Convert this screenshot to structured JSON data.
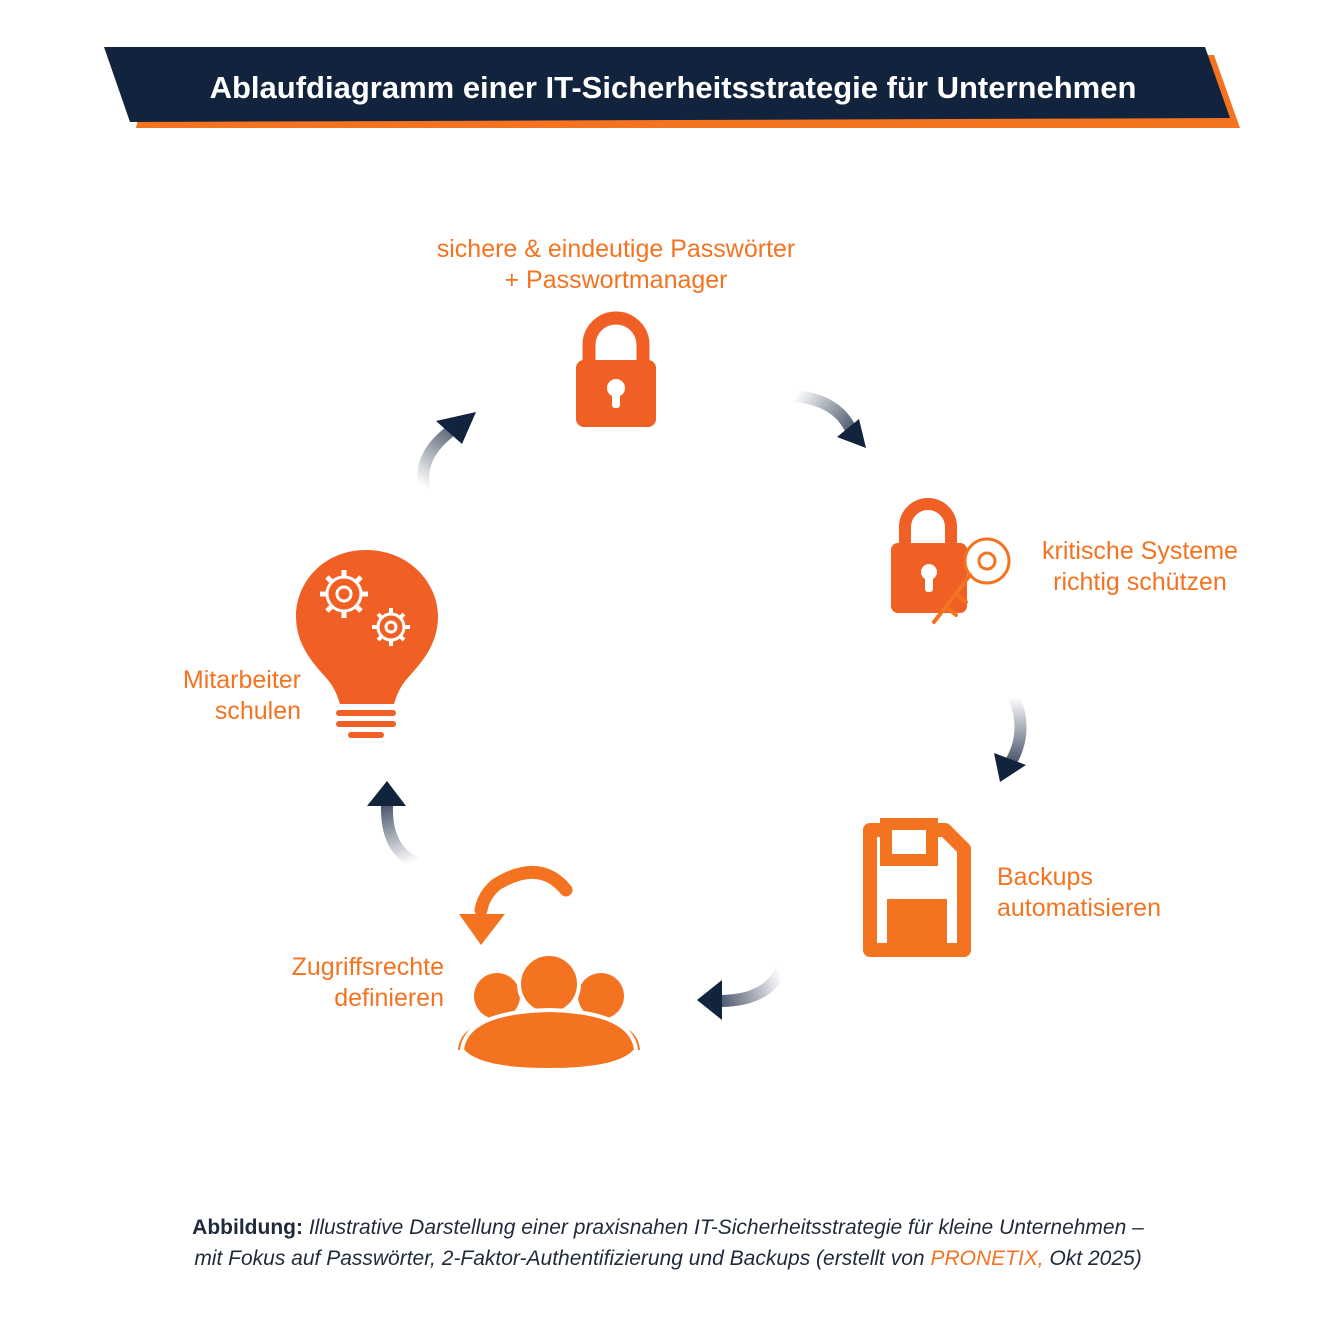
{
  "header": {
    "title": "Ablaufdiagramm einer IT-Sicherheitsstrategie für Unternehmen"
  },
  "steps": [
    {
      "icon": "padlock-icon",
      "lines": [
        "sichere & eindeutige Passwörter",
        "+ Passwortmanager"
      ]
    },
    {
      "icon": "padlock-key-icon",
      "lines": [
        "kritische Systeme",
        "richtig schützen"
      ]
    },
    {
      "icon": "floppy-disk-icon",
      "lines": [
        "Backups",
        "automatisieren"
      ]
    },
    {
      "icon": "user-group-icon",
      "lines": [
        "Zugriffsrechte",
        "definieren"
      ]
    },
    {
      "icon": "lightbulb-gears-icon",
      "lines": [
        "Mitarbeiter",
        "schulen"
      ]
    }
  ],
  "caption": {
    "prefix": "Abbildung:",
    "line1": "Illustrative Darstellung einer praxisnahen IT-Sicherheitsstrategie für kleine Unternehmen –",
    "line2_start": "mit Fokus auf Passwörter, 2-Faktor-Authentifizierung und Backups (erstellt von",
    "brand": "PRONETIX,",
    "line2_end": "Okt 2025)"
  },
  "colors": {
    "navy": "#12233d",
    "orange": "#f47321",
    "icon_orange": "#f05f24",
    "white": "#ffffff"
  }
}
